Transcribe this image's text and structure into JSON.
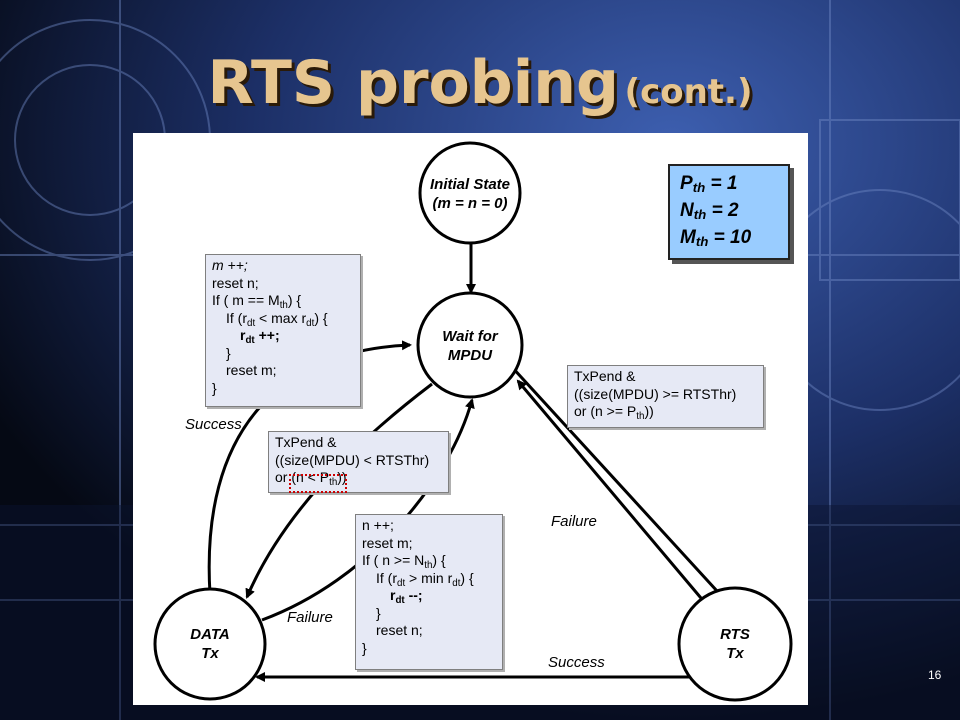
{
  "slide": {
    "title_main": "RTS probing",
    "title_paren": "(cont.)",
    "page_number": "16"
  },
  "states": {
    "initial": [
      "Initial State",
      "(m = n = 0)"
    ],
    "wait": [
      "Wait for",
      "MPDU"
    ],
    "data": [
      "DATA",
      "Tx"
    ],
    "rts": [
      "RTS",
      "Tx"
    ]
  },
  "edge_labels": {
    "success_left": "Success",
    "failure_left": "Failure",
    "failure_right": "Failure",
    "success_bottom": "Success"
  },
  "params": {
    "p_th": "P",
    "p_eq": " =  1",
    "n_th": "N",
    "n_eq": " =  2",
    "m_th": "M",
    "m_eq": " = 10",
    "sub": "th"
  },
  "box_success": {
    "l1": "m ++;",
    "l2": "reset n;",
    "l3a": "If ( m == M",
    "l3b": ") {",
    "l4a": "If (r",
    "l4b": " < max r",
    "l4c": ") {",
    "l5a": "r",
    "l5b": " ++;",
    "l6": "}",
    "l7": "reset m;",
    "l8": "}",
    "sub_th": "th",
    "sub_dt": "dt"
  },
  "box_data_cond": {
    "l1": "TxPend &",
    "l2a": "((size(MPDU) < RTSThr)",
    "l3a": "or (n < P",
    "l3b": "))",
    "sub_th": "th"
  },
  "box_rts_cond": {
    "l1": "TxPend &",
    "l2": "((size(MPDU) >= RTSThr)",
    "l3a": "or (n >= P",
    "l3b": "))",
    "sub_th": "th"
  },
  "box_failure": {
    "l1": "n ++;",
    "l2": "reset m;",
    "l3a": "If ( n >= N",
    "l3b": ") {",
    "l4a": "If (r",
    "l4b": " > min r",
    "l4c": ") {",
    "l5a": "r",
    "l5b": " --;",
    "l6": "}",
    "l7": "reset n;",
    "l8": "}",
    "sub_th": "th",
    "sub_dt": "dt"
  },
  "colors": {
    "title": "#e6c58f",
    "box_fill": "#e6e9f5",
    "params_fill": "#99ccff",
    "bg_blue": "#1c2f66",
    "highlight": "#cc0000"
  }
}
